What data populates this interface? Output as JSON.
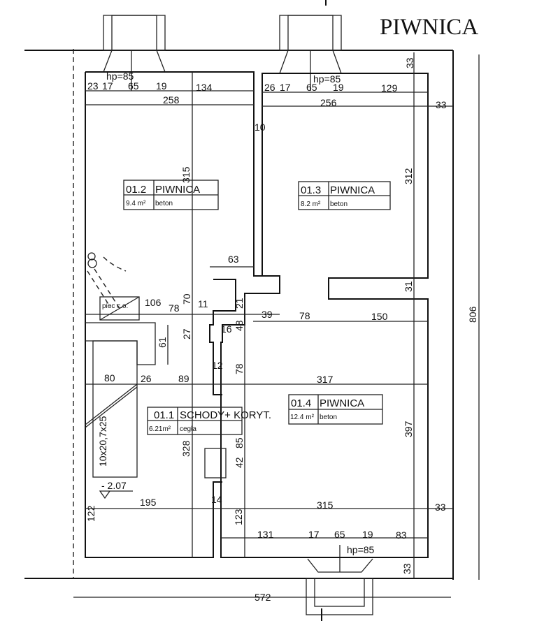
{
  "title": "PIWNICA",
  "rooms": [
    {
      "id": "01.2",
      "name": "PIWNICA",
      "area": "9.4 m²",
      "material": "beton"
    },
    {
      "id": "01.3",
      "name": "PIWNICA",
      "area": "8.2 m²",
      "material": "beton"
    },
    {
      "id": "01.4",
      "name": "PIWNICA",
      "area": "12.4 m²",
      "material": "beton"
    },
    {
      "id": "01.1",
      "name": "SCHODY+ KORYT.",
      "area": "6.21m²",
      "material": "cegła"
    }
  ],
  "labels": {
    "stove": "piec c.o.",
    "stairs": "10x20,7x25",
    "level": "- 2.07"
  },
  "dims": {
    "top_left": [
      "23",
      "17",
      "65",
      "19",
      "134",
      "258",
      "hp=85"
    ],
    "top_right": [
      "26",
      "17",
      "65",
      "19",
      "129",
      "256",
      "hp=85",
      "33",
      "33"
    ],
    "bottom": [
      "131",
      "17",
      "65",
      "19",
      "83",
      "hp=85",
      "33",
      "572"
    ],
    "overall_height": "806",
    "inner": [
      "10",
      "315",
      "312",
      "31",
      "63",
      "106",
      "78",
      "70",
      "11",
      "21",
      "39",
      "78",
      "150",
      "16",
      "48",
      "27",
      "61",
      "12",
      "78",
      "80",
      "26",
      "89",
      "317",
      "85",
      "328",
      "42",
      "195",
      "315",
      "33",
      "14",
      "122",
      "123",
      "397"
    ]
  }
}
